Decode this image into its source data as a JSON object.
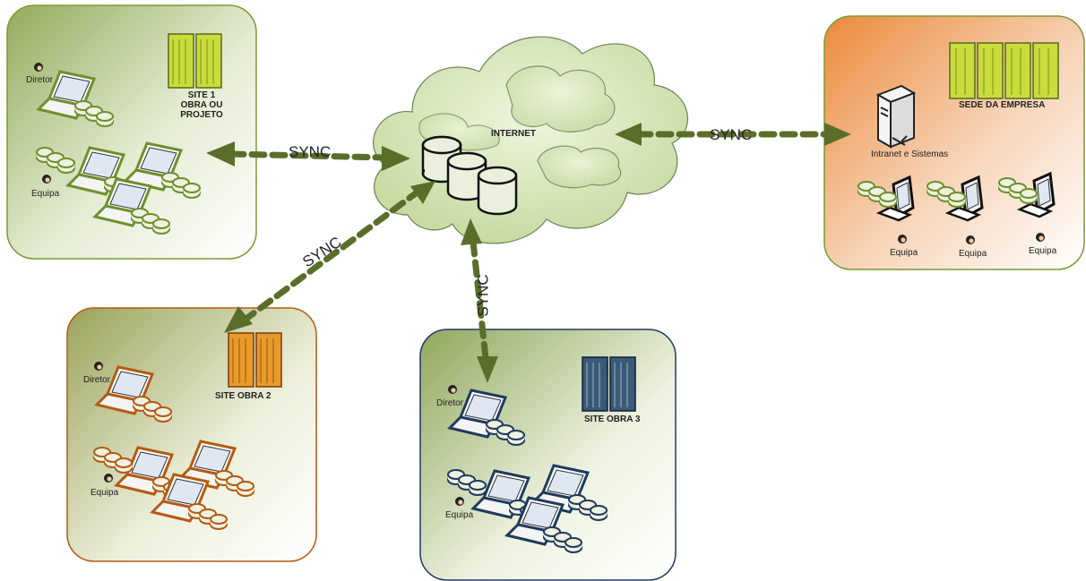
{
  "internet": {
    "label": "INTERNET"
  },
  "sync_label": "SYNC",
  "sites": {
    "site1": {
      "title_lines": [
        "SITE 1",
        "OBRA OU",
        "PROJETO"
      ],
      "director": "Diretor",
      "team": "Equipa",
      "color": "#7a9a32"
    },
    "site2": {
      "title": "SITE OBRA 2",
      "director": "Diretor",
      "team": "Equipa",
      "color": "#b45a12"
    },
    "site3": {
      "title": "SITE OBRA 3",
      "director": "Diretor",
      "team": "Equipa",
      "color": "#1f3a5f"
    },
    "hq": {
      "title": "SEDE DA EMPRESA",
      "server": "Intranet e Sistemas",
      "team": [
        "Equipa",
        "Equipa",
        "Equipa"
      ],
      "color": "#e8742a"
    }
  },
  "colors": {
    "arrow": "#5a6e2a",
    "cloud": "#d7e6b8",
    "cloud_edge": "#6d7f55",
    "db_fill": "#e9f0d8"
  }
}
